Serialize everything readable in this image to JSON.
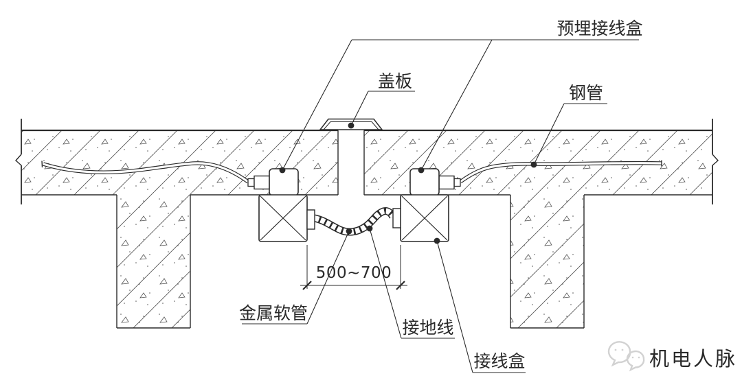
{
  "drawing": {
    "labels": {
      "embedded_box": "预埋接线盒",
      "cover_plate": "盖板",
      "steel_pipe": "钢管",
      "flexible_conduit": "金属软管",
      "ground_wire": "接地线",
      "junction_box": "接线盒"
    },
    "dimension": {
      "value": "500~700"
    },
    "watermark": {
      "text": "机电人脉"
    },
    "colors": {
      "line": "#2a2a2a",
      "hatch": "#555555",
      "watermark": "#d2d2d2",
      "background": "#ffffff"
    }
  }
}
